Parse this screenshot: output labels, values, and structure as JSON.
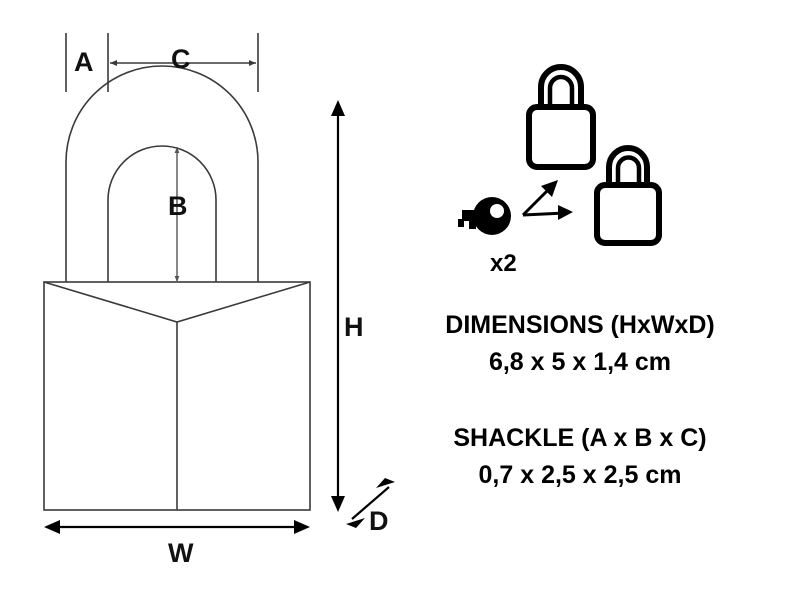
{
  "diagram": {
    "title_visible": false,
    "product": "padlock-technical-drawing",
    "line_color": "#3a3a3a",
    "icon_color": "#000000",
    "background": "#ffffff"
  },
  "dimension_labels": {
    "a": "A",
    "b": "B",
    "c": "C",
    "h": "H",
    "w": "W",
    "d": "D"
  },
  "specs": {
    "dimensions_title": "DIMENSIONS (HxWxD)",
    "dimensions_value": "6,8 x 5 x 1,4 cm",
    "shackle_title": "SHACKLE (A x B x C)",
    "shackle_value": "0,7 x 2,5 x 2,5 cm"
  },
  "keys": {
    "count_label": "x2"
  },
  "icons": {
    "key": "key-icon",
    "lock_top": "padlock-icon",
    "lock_bottom": "padlock-icon",
    "arrow_up_right": "arrow-up-right-icon",
    "arrow_right": "arrow-right-icon"
  },
  "measurements": {
    "height_cm": 6.8,
    "width_cm": 5,
    "depth_cm": 1.4,
    "shackle_a_cm": 0.7,
    "shackle_b_cm": 2.5,
    "shackle_c_cm": 2.5,
    "unit": "cm"
  }
}
